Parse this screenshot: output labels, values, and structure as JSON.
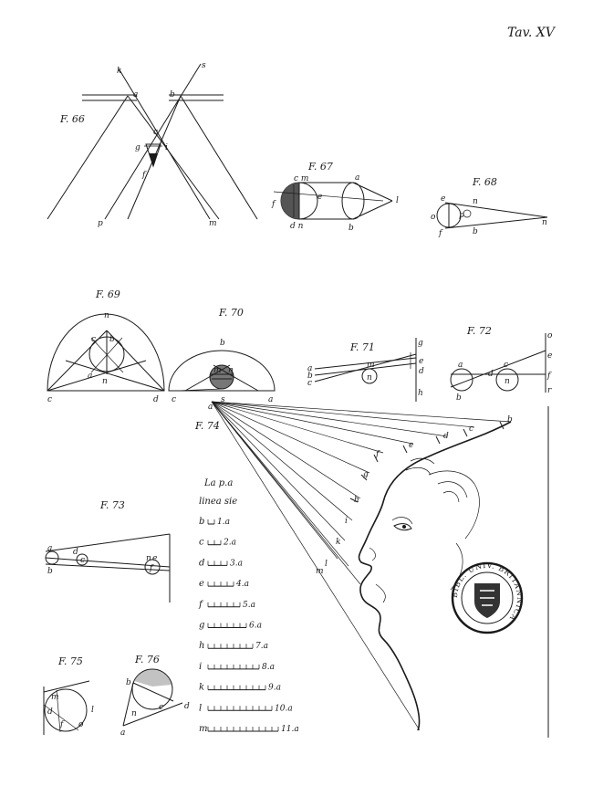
{
  "plate_title": "Tav. XV",
  "figures": [
    {
      "id": "f66",
      "label": "F. 66",
      "points": [
        "k",
        "s",
        "a",
        "b",
        "c",
        "g",
        "i",
        "f",
        "p",
        "m"
      ]
    },
    {
      "id": "f67",
      "label": "F. 67",
      "points": [
        "c m",
        "a",
        "f",
        "e",
        "l",
        "d n",
        "b"
      ]
    },
    {
      "id": "f68",
      "label": "F. 68",
      "points": [
        "e",
        "n",
        "o",
        "p",
        "f",
        "b",
        "n"
      ]
    },
    {
      "id": "f69",
      "label": "F. 69",
      "points": [
        "n",
        "c",
        "b",
        "a",
        "n",
        "c",
        "d"
      ]
    },
    {
      "id": "f70",
      "label": "F. 70",
      "points": [
        "b",
        "m",
        "n",
        "c",
        "s",
        "a"
      ]
    },
    {
      "id": "f71",
      "label": "F. 71",
      "points": [
        "g",
        "a",
        "b",
        "c",
        "m",
        "e",
        "d",
        "n",
        "h"
      ]
    },
    {
      "id": "f72",
      "label": "F. 72",
      "points": [
        "o",
        "a",
        "d",
        "c",
        "e",
        "f",
        "b",
        "n",
        "r"
      ]
    },
    {
      "id": "f73",
      "label": "F. 73",
      "points": [
        "a",
        "b",
        "d",
        "c",
        "n",
        "e",
        "f"
      ]
    },
    {
      "id": "f74",
      "label": "F. 74",
      "points": [
        "a",
        "b",
        "c",
        "d",
        "e",
        "f",
        "g",
        "h",
        "i",
        "k",
        "l",
        "m"
      ]
    },
    {
      "id": "f75",
      "label": "F. 75",
      "points": [
        "m",
        "d",
        "f",
        "l",
        "o"
      ]
    },
    {
      "id": "f76",
      "label": "F. 76",
      "points": [
        "b",
        "n",
        "e",
        "d",
        "a"
      ]
    }
  ],
  "scale_table": {
    "heading_1": "La p.a",
    "heading_2": "linea sie",
    "rows": [
      {
        "letter": "b",
        "ordinal": "1.a",
        "ticks": 1
      },
      {
        "letter": "c",
        "ordinal": "2.a",
        "ticks": 2
      },
      {
        "letter": "d",
        "ordinal": "3.a",
        "ticks": 3
      },
      {
        "letter": "e",
        "ordinal": "4.a",
        "ticks": 4
      },
      {
        "letter": "f",
        "ordinal": "5.a",
        "ticks": 5
      },
      {
        "letter": "g",
        "ordinal": "6.a",
        "ticks": 6
      },
      {
        "letter": "h",
        "ordinal": "7.a",
        "ticks": 7
      },
      {
        "letter": "i",
        "ordinal": "8.a",
        "ticks": 8
      },
      {
        "letter": "k",
        "ordinal": "9.a",
        "ticks": 9
      },
      {
        "letter": "l",
        "ordinal": "10.a",
        "ticks": 10
      },
      {
        "letter": "m",
        "ordinal": "11.a",
        "ticks": 11
      }
    ]
  },
  "stamp": {
    "text": "BIBL. UNIV. BRITANNICA"
  }
}
